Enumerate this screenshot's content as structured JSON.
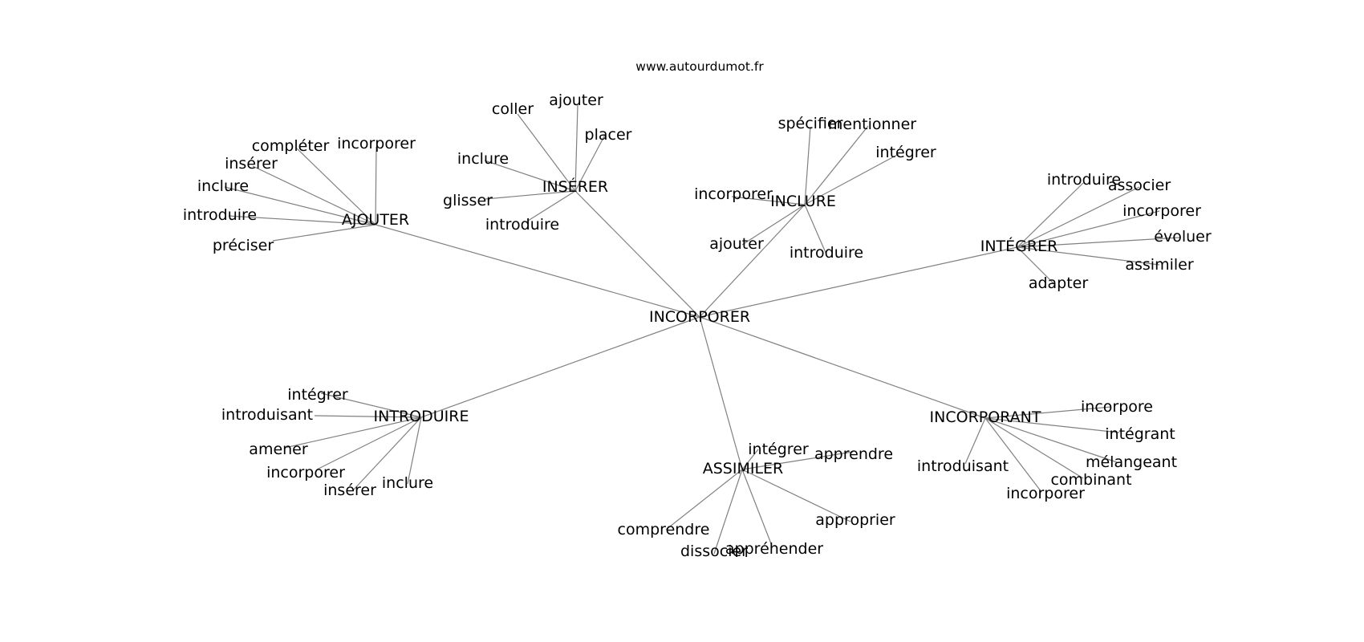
{
  "site": "www.autourdumot.fr",
  "root": "INCORPORER",
  "groups": [
    {
      "name": "AJOUTER",
      "leaves": [
        "compléter",
        "incorporer",
        "insérer",
        "inclure",
        "introduire",
        "préciser"
      ]
    },
    {
      "name": "INSÉRER",
      "leaves": [
        "coller",
        "ajouter",
        "placer",
        "inclure",
        "glisser",
        "introduire"
      ]
    },
    {
      "name": "INCLURE",
      "leaves": [
        "spécifier",
        "mentionner",
        "intégrer",
        "incorporer",
        "ajouter",
        "introduire"
      ]
    },
    {
      "name": "INTÉGRER",
      "leaves": [
        "introduire",
        "associer",
        "incorporer",
        "évoluer",
        "assimiler",
        "adapter"
      ]
    },
    {
      "name": "INTRODUIRE",
      "leaves": [
        "intégrer",
        "introduisant",
        "amener",
        "incorporer",
        "insérer",
        "inclure"
      ]
    },
    {
      "name": "ASSIMILER",
      "leaves": [
        "intégrer",
        "apprendre",
        "comprendre",
        "dissocier",
        "appréhender",
        "approprier"
      ]
    },
    {
      "name": "INCORPORANT",
      "leaves": [
        "incorpore",
        "intégrant",
        "mélangeant",
        "combinant",
        "incorporer",
        "introduisant"
      ]
    }
  ]
}
